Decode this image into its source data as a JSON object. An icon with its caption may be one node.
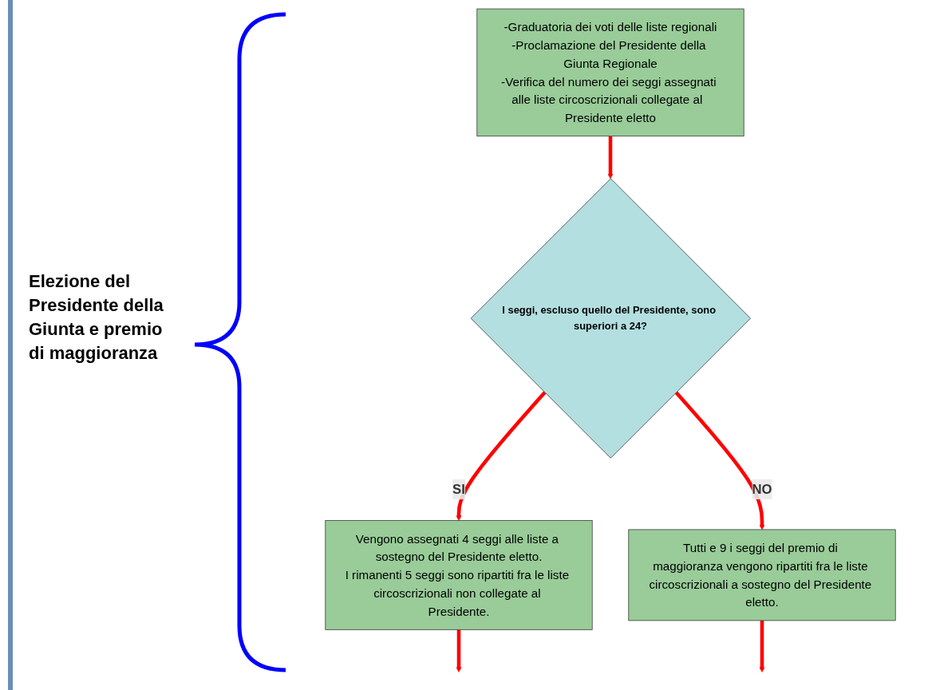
{
  "diagram": {
    "nodes": [
      {
        "text": [
          "-Graduatoria dei voti delle liste regionali",
          "-Proclamazione del Presidente della Giunta Regionale",
          "-Verifica del numero dei seggi assegnati alle liste circoscrizionali collegate al  Presidente eletto"
        ]
      },
      {
        "text": [
          "I seggi, escluso quello del Presidente, sono superiori a 24?"
        ]
      },
      {
        "text": [
          "Vengono assegnati 4 seggi alle liste a sostegno del Presidente eletto.",
          "I rimanenti 5 seggi sono ripartiti fra le liste circoscrizionali non collegate al Presidente."
        ]
      },
      {
        "text": [
          "Tutti e 9 i seggi del premio di maggioranza vengono ripartiti fra le liste circoscrizionali a sostegno del Presidente eletto."
        ]
      }
    ],
    "edges": [
      {
        "from": 0,
        "to": 1,
        "arrow": "to"
      },
      {
        "from": 1,
        "to": 2,
        "arrow": "to",
        "label": "SI"
      },
      {
        "from": 1,
        "to": 3,
        "arrow": "to",
        "label": "NO"
      },
      {
        "from": 2,
        "to": null,
        "arrow": "to"
      },
      {
        "from": 3,
        "to": null,
        "arrow": "to"
      }
    ],
    "labels": [
      "Elezione del Presidente della Giunta e premio di maggioranza"
    ]
  }
}
